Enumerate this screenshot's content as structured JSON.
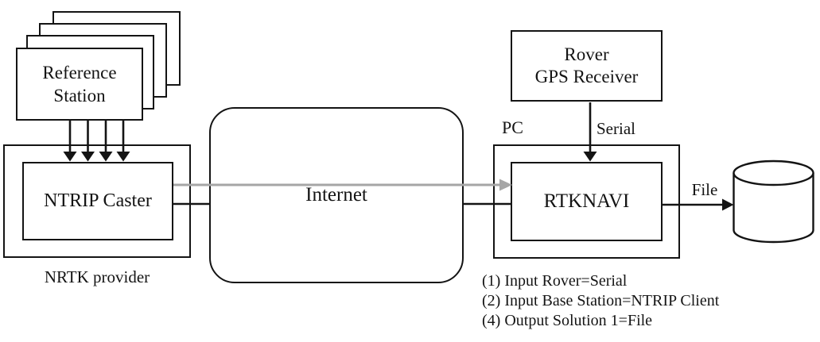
{
  "nodes": {
    "reference_station": {
      "line1": "Reference",
      "line2": "Station"
    },
    "ntrip_caster": {
      "label": "NTRIP Caster"
    },
    "nrtk_provider": {
      "label": "NRTK provider"
    },
    "internet": {
      "label": "Internet"
    },
    "pc": {
      "label": "PC"
    },
    "rover_gps_receiver": {
      "line1": "Rover",
      "line2": "GPS Receiver"
    },
    "rtknavi": {
      "label": "RTKNAVI"
    },
    "storage": {
      "icon": "database-cylinder"
    }
  },
  "edges": {
    "serial": {
      "label": "Serial"
    },
    "file": {
      "label": "File"
    }
  },
  "notes": [
    "(1) Input Rover=Serial",
    "(2) Input Base Station=NTRIP Client",
    "(4) Output Solution 1=File"
  ],
  "colors": {
    "stroke": "#141414",
    "data_flow_arrow": "#a6a6a6",
    "background": "#ffffff"
  }
}
